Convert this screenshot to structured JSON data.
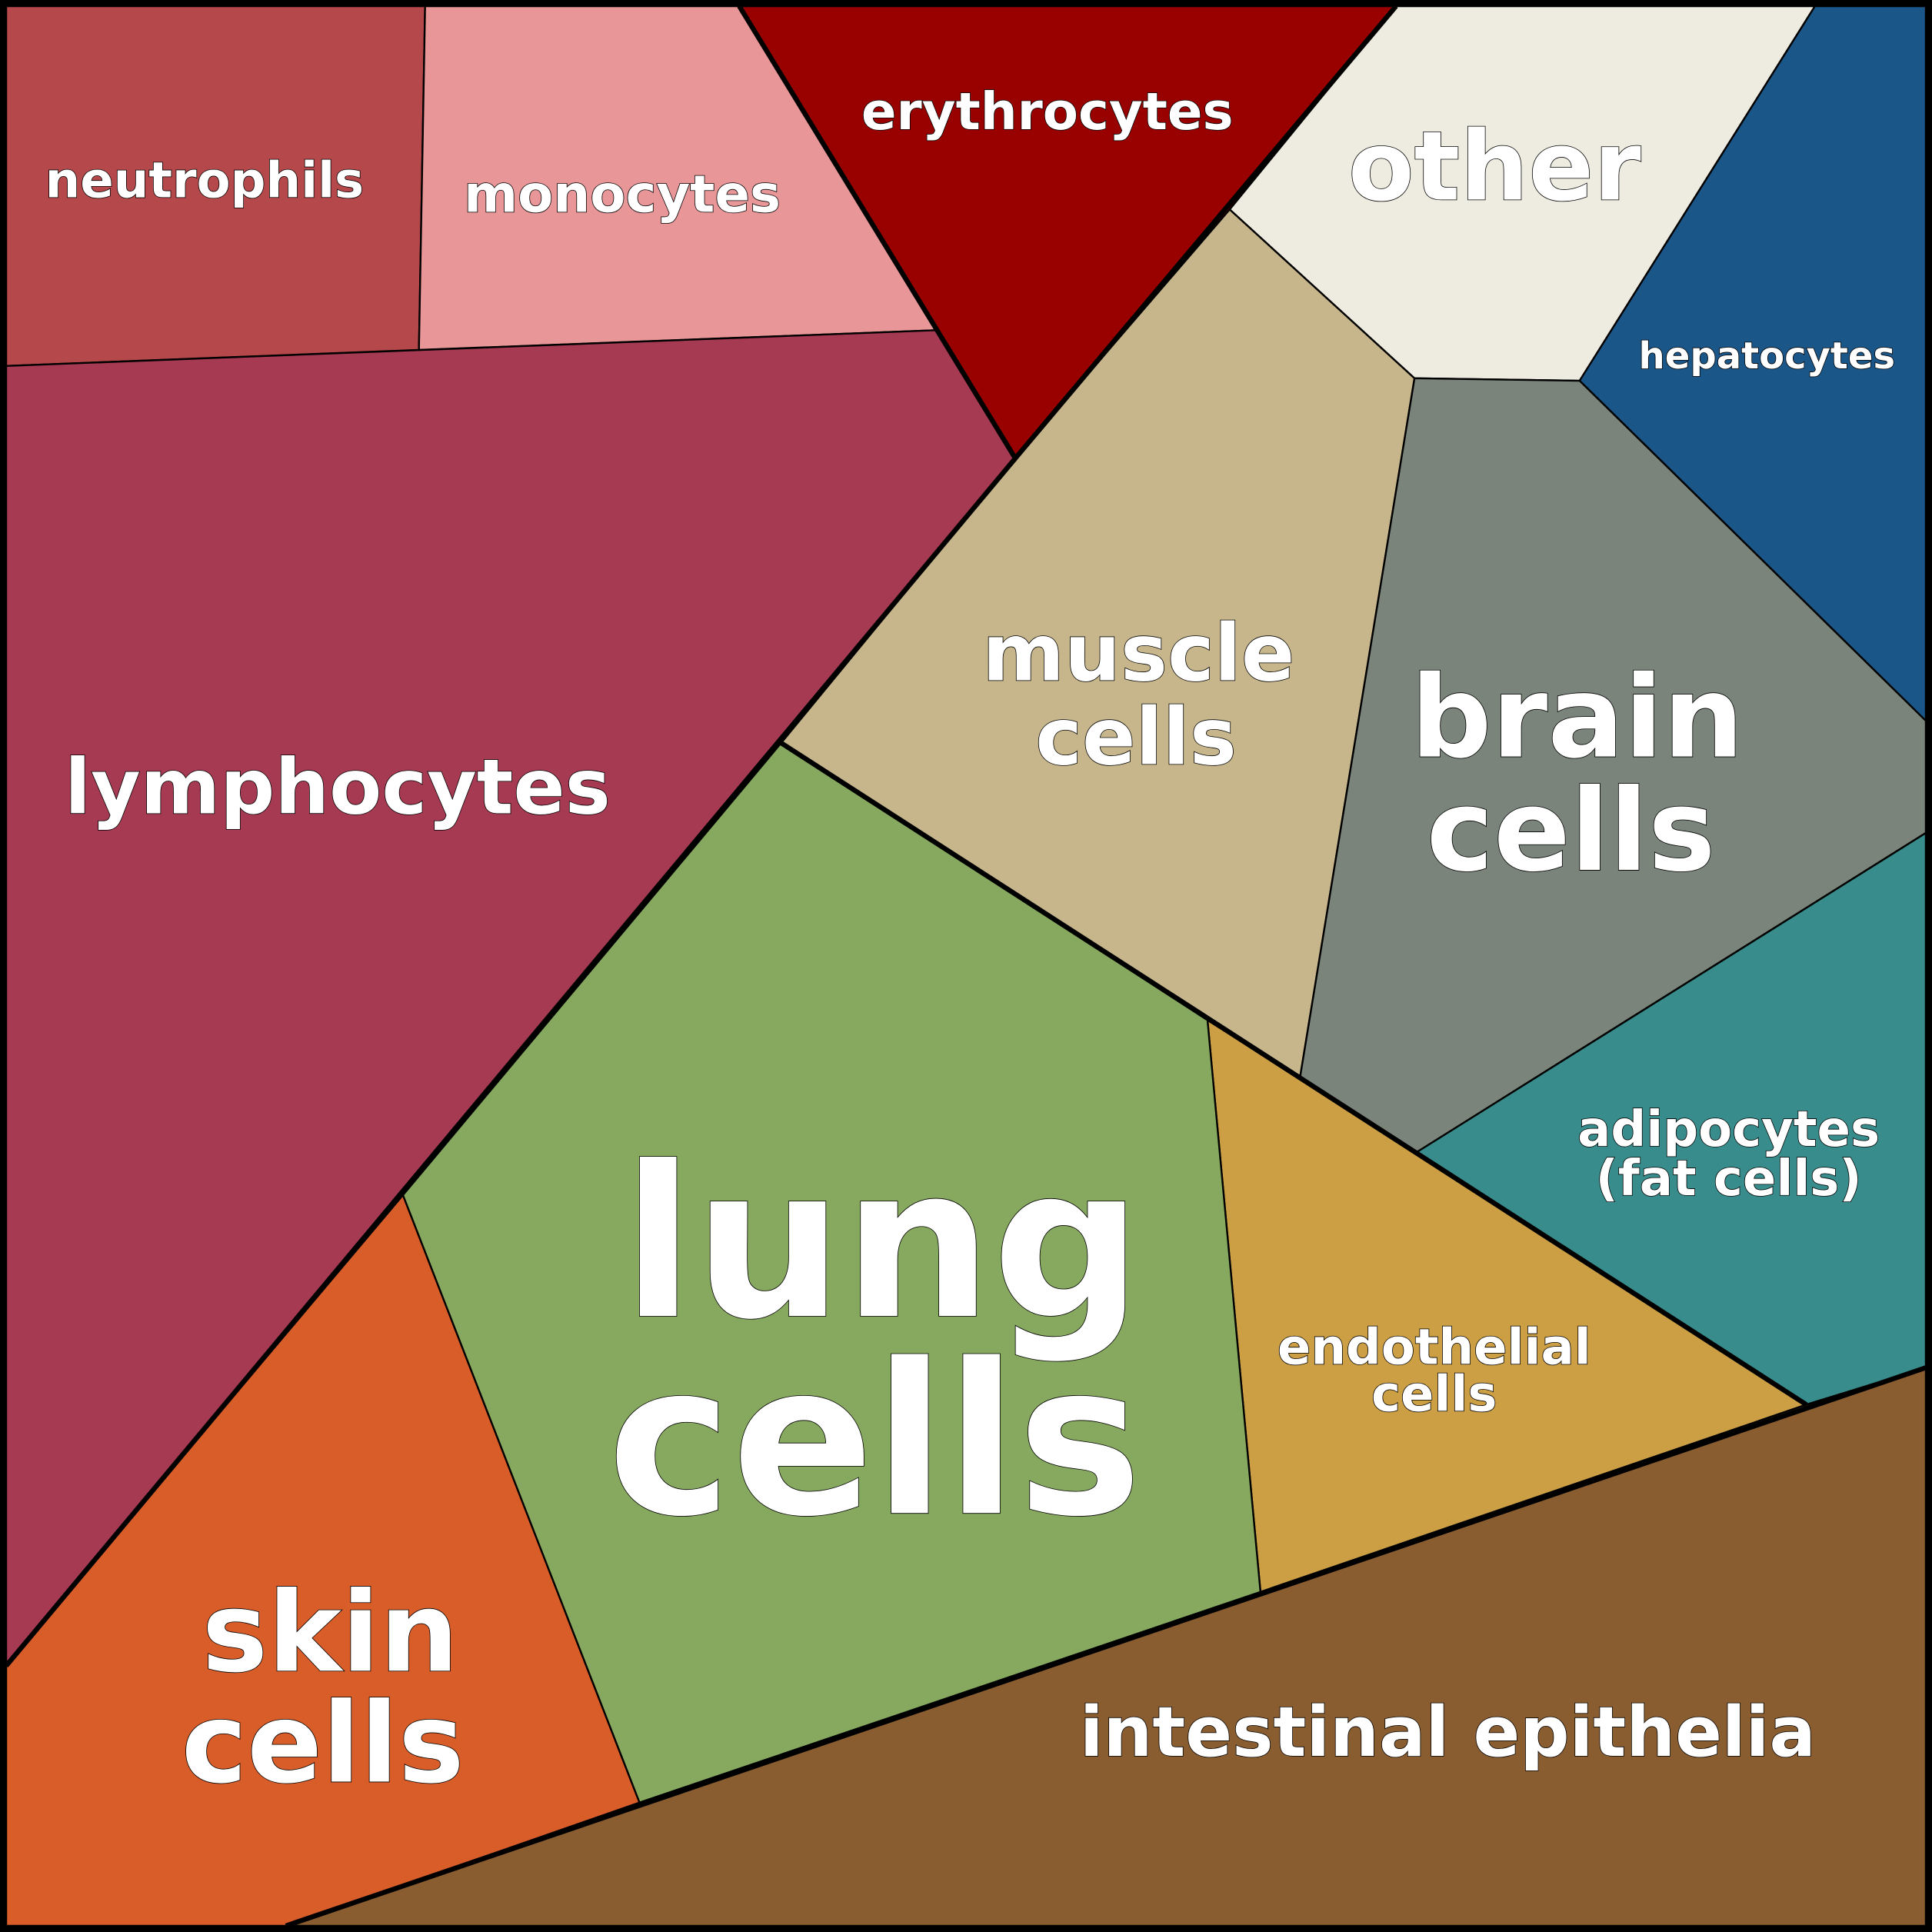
{
  "title": "Cell types",
  "regions": {
    "neutrophils": {
      "label": "neutrophils",
      "color": "#B5484A"
    },
    "monocytes": {
      "label": "monocytes",
      "color": "#E89697"
    },
    "erythrocytes": {
      "label": "erythrocytes",
      "color": "#990000"
    },
    "other": {
      "label": "other",
      "color": "#EEECE0"
    },
    "hepatocytes": {
      "label": "hepatocytes",
      "color": "#1B5689"
    },
    "lymphocytes": {
      "label": "lymphocytes",
      "color": "#A63A52"
    },
    "muscle": {
      "line1": "muscle",
      "line2": "cells",
      "color": "#C7B68B"
    },
    "brain": {
      "line1": "brain",
      "line2": "cells",
      "color": "#7A847A"
    },
    "adipocytes": {
      "line1": "adipocytes",
      "line2": "(fat cells)",
      "color": "#388C8C"
    },
    "endothelial": {
      "line1": "endothelial",
      "line2": "cells",
      "color": "#CC9F45"
    },
    "lung": {
      "line1": "lung",
      "line2": "cells",
      "color": "#87A95F"
    },
    "skin": {
      "line1": "skin",
      "line2": "cells",
      "color": "#D95D29"
    },
    "intestinal": {
      "label": "intestinal epithelia",
      "color": "#8A5D31"
    }
  }
}
